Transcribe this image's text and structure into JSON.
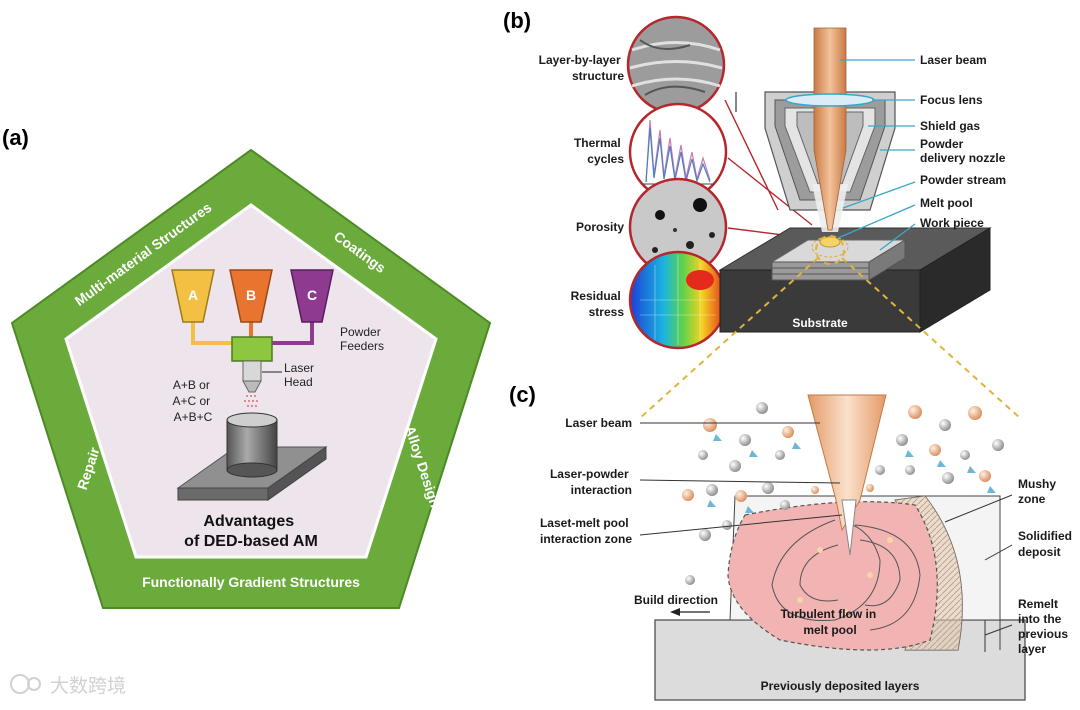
{
  "panels": {
    "a": {
      "letter": "(a)",
      "sides": {
        "multi_material": "Multi-material Structures",
        "coatings": "Coatings",
        "alloy_design": "Alloy Design",
        "functionally_gradient": "Functionally Gradient Structures",
        "repair": "Repair"
      },
      "feeders": [
        "A",
        "B",
        "C"
      ],
      "powder_feeders_label": [
        "Powder",
        "Feeders"
      ],
      "laser_head_label": [
        "Laser",
        "Head"
      ],
      "combos": [
        "A+B or",
        "A+C or",
        "A+B+C"
      ],
      "title": [
        "Advantages",
        "of DED-based AM"
      ]
    },
    "b": {
      "letter": "(b)",
      "left_labels": {
        "layer": [
          "Layer-by-layer",
          "structure"
        ],
        "thermal": [
          "Thermal",
          "cycles"
        ],
        "porosity": [
          "Porosity"
        ],
        "residual": [
          "Residual",
          "stress"
        ]
      },
      "right_labels": {
        "laser_beam": "Laser beam",
        "focus_lens": "Focus lens",
        "shield_gas": "Shield gas",
        "nozzle": [
          "Powder",
          "delivery nozzle"
        ],
        "powder_stream": "Powder stream",
        "melt_pool": "Melt pool",
        "work_piece": "Work piece"
      },
      "substrate": "Substrate"
    },
    "c": {
      "letter": "(c)",
      "laser_beam": "Laser beam",
      "laser_powder": [
        "Laser-powder",
        "interaction"
      ],
      "laset_melt": [
        "Laset-melt pool",
        "interaction zone"
      ],
      "build_direction": "Build direction",
      "mushy": [
        "Mushy",
        "zone"
      ],
      "solidified": [
        "Solidified",
        "deposit"
      ],
      "remelt": [
        "Remelt",
        "into the",
        "previous",
        "layer"
      ],
      "turbulent": [
        "Turbulent flow in",
        "melt pool"
      ],
      "previous_layers": "Previously deposited layers"
    }
  },
  "watermark": "大数跨境",
  "colors": {
    "pentagon_outer": "#6aab3b",
    "pentagon_inner_bg": "#ede5eb",
    "feeder_a": "#f3c043",
    "feeder_b": "#e8742f",
    "feeder_c": "#8e3a91",
    "head_green": "#8dc63f",
    "beam_orange": "#e5a06e",
    "melt_pool_pink": "#f2b3b3",
    "connector_red": "#b5272c",
    "leader_blue": "#3aa6c7"
  }
}
